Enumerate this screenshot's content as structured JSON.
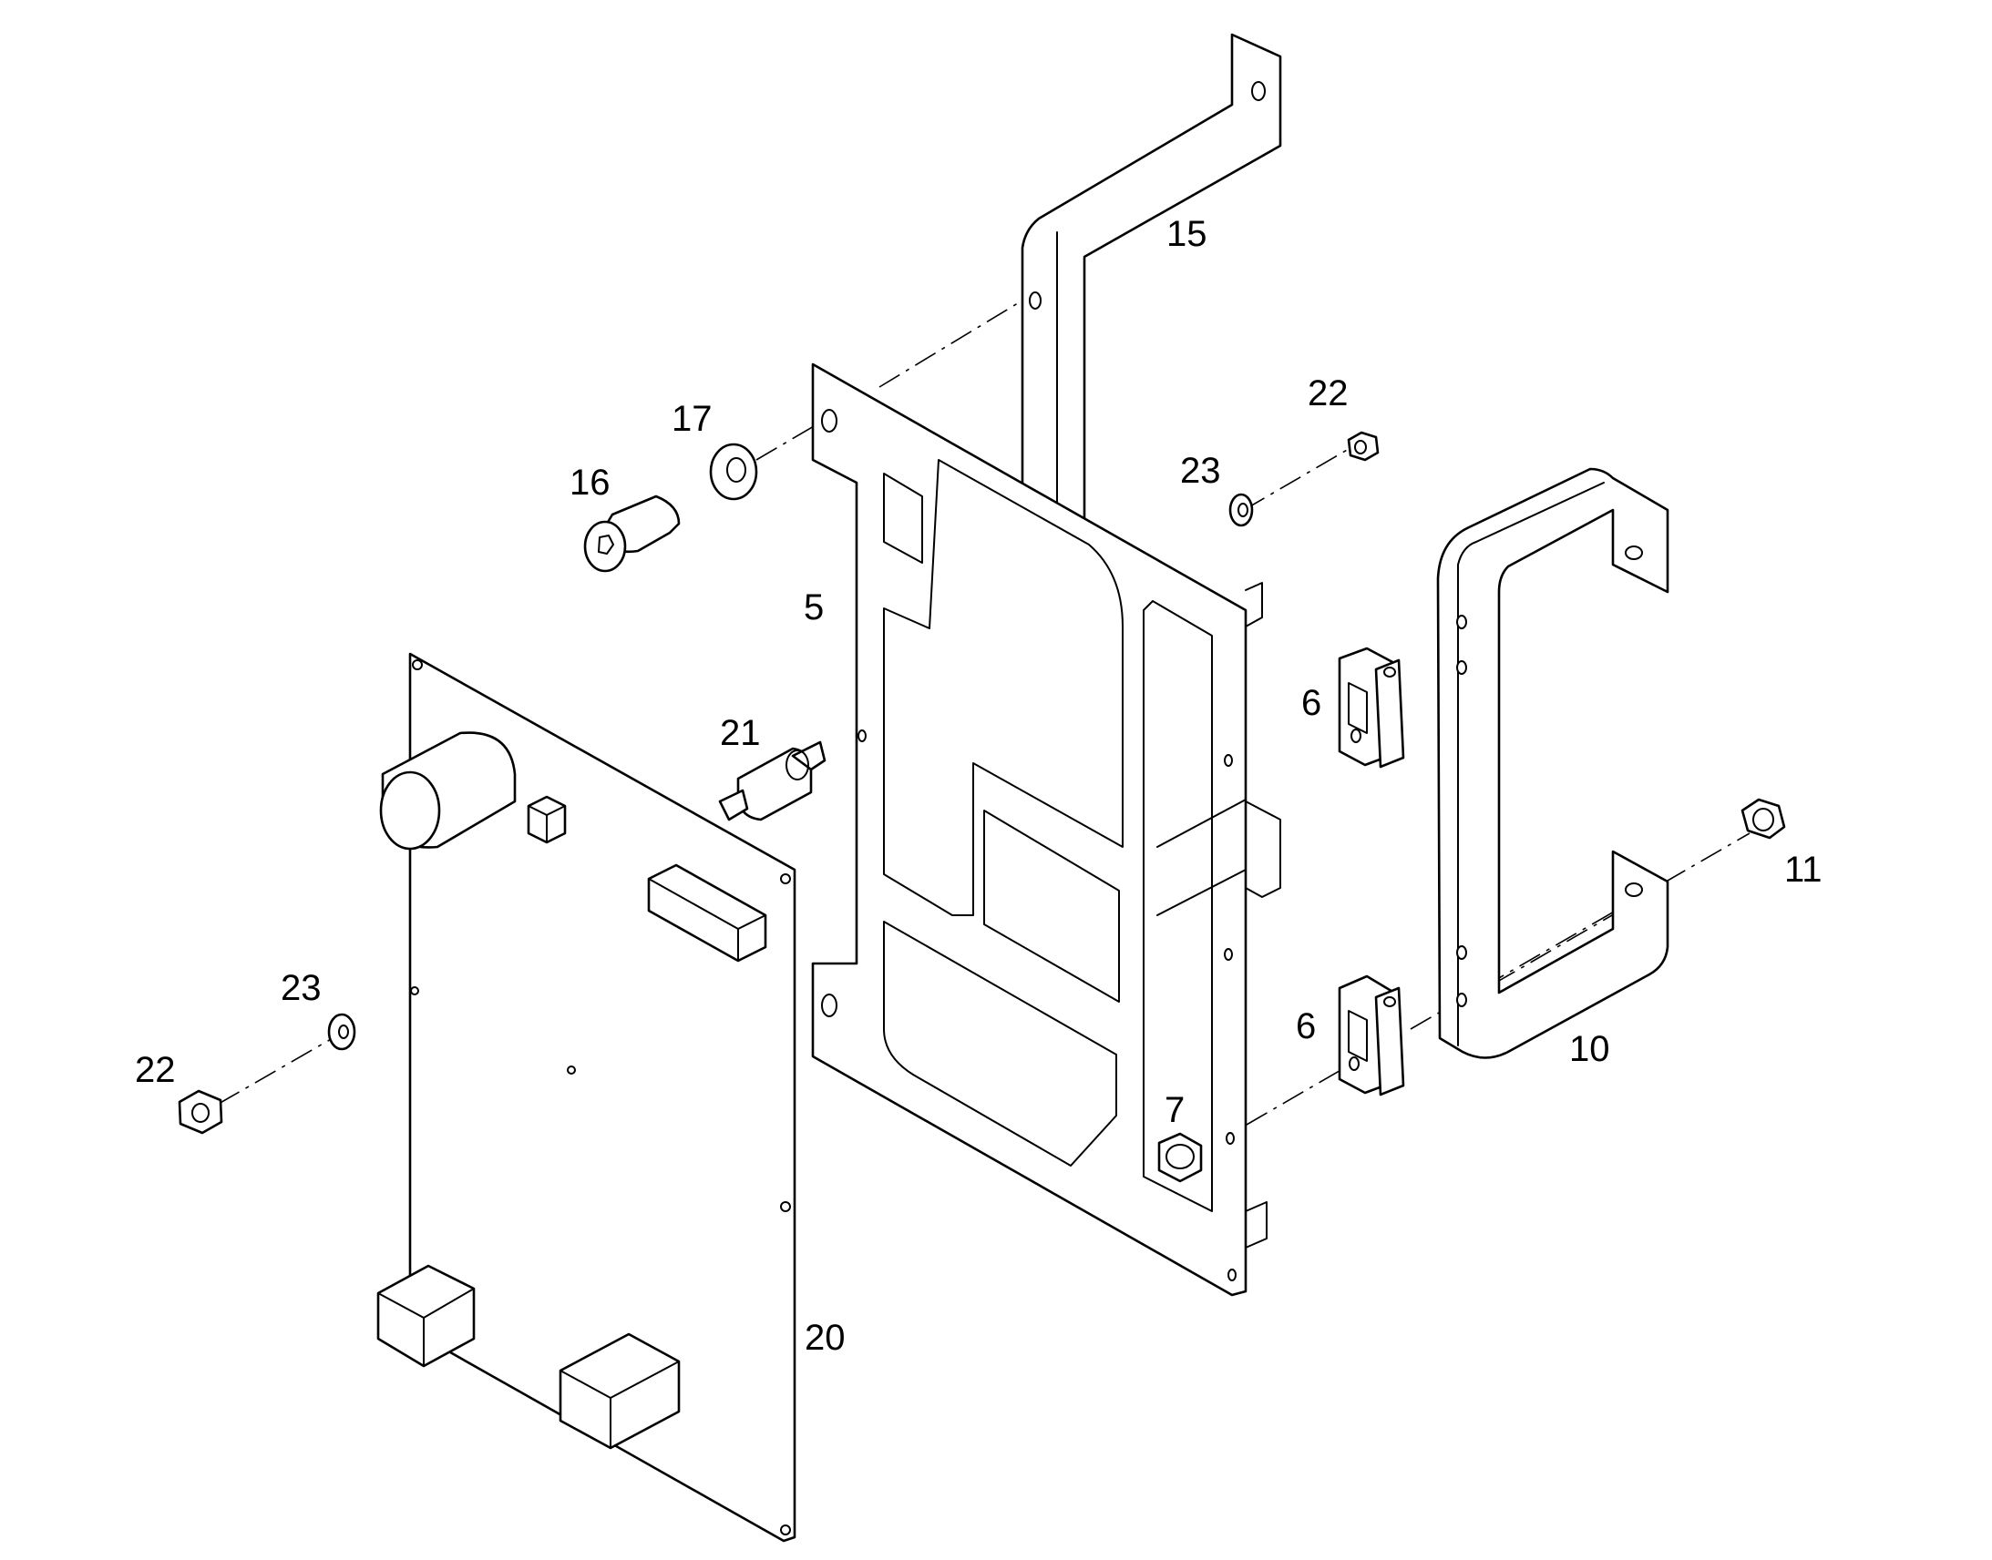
{
  "diagram": {
    "callouts": [
      {
        "id": "c15",
        "text": "15"
      },
      {
        "id": "c17",
        "text": "17"
      },
      {
        "id": "c16",
        "text": "16"
      },
      {
        "id": "c22a",
        "text": "22"
      },
      {
        "id": "c23a",
        "text": "23"
      },
      {
        "id": "c5",
        "text": "5"
      },
      {
        "id": "c21",
        "text": "21"
      },
      {
        "id": "c6a",
        "text": "6"
      },
      {
        "id": "c11",
        "text": "11"
      },
      {
        "id": "c23b",
        "text": "23"
      },
      {
        "id": "c22b",
        "text": "22"
      },
      {
        "id": "c6b",
        "text": "6"
      },
      {
        "id": "c10",
        "text": "10"
      },
      {
        "id": "c7",
        "text": "7"
      },
      {
        "id": "c20",
        "text": "20"
      }
    ]
  }
}
